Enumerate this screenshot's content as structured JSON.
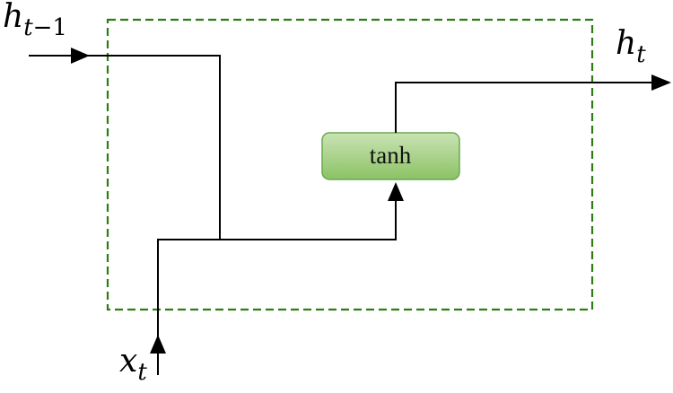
{
  "diagram": {
    "labels": {
      "h_prev": {
        "base": "h",
        "sub_var": "t",
        "sub_rest": "−1"
      },
      "h_out": {
        "base": "h",
        "sub_var": "t"
      },
      "x_in": {
        "base": "x",
        "sub_var": "t"
      },
      "block": "tanh"
    },
    "colors": {
      "line": "#000000",
      "dashed_border": "#2e7d14",
      "block_fill_top": "#c9e4b4",
      "block_fill_bottom": "#8cc265",
      "block_border": "#6aa84f"
    }
  }
}
